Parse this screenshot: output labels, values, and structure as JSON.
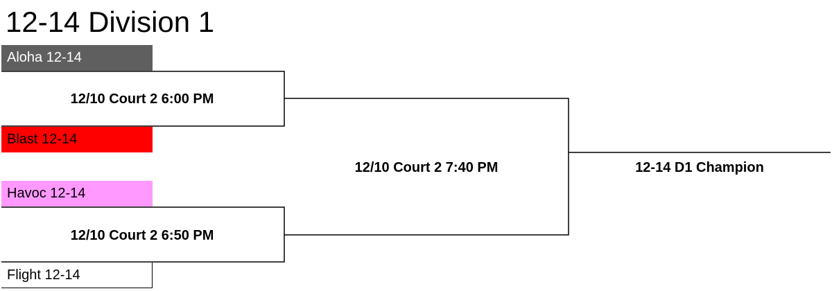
{
  "title": "12-14 Division 1",
  "teams": [
    {
      "name": "Aloha 12-14",
      "bg": "#5f5f5f",
      "fg": "#ffffff"
    },
    {
      "name": "Blast 12-14",
      "bg": "#ff0000",
      "fg": "#000000"
    },
    {
      "name": "Havoc 12-14",
      "bg": "#ff99ff",
      "fg": "#000000"
    },
    {
      "name": "Flight 12-14",
      "bg": "#ffffff",
      "fg": "#000000"
    }
  ],
  "games": [
    {
      "label": "12/10 Court 2 6:00 PM"
    },
    {
      "label": "12/10 Court 2 6:50 PM"
    },
    {
      "label": "12/10 Court 2 7:40 PM"
    }
  ],
  "champion_label": "12-14 D1 Champion"
}
